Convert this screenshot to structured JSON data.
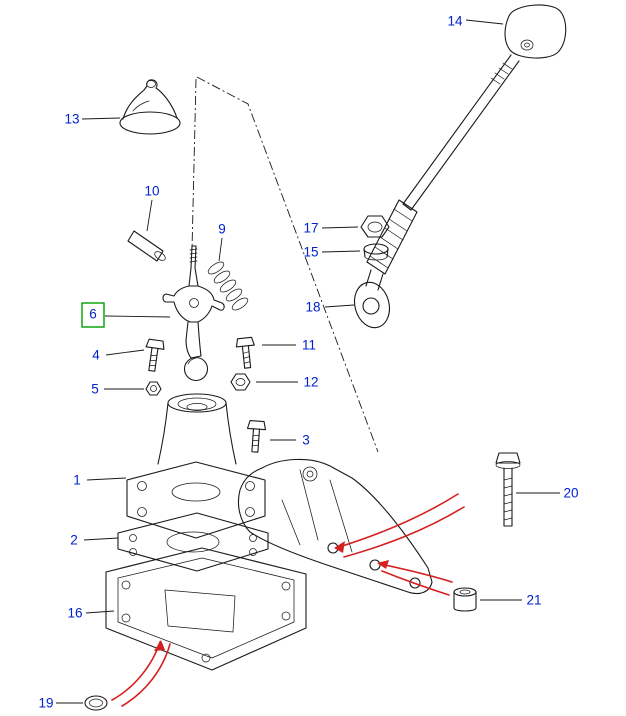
{
  "diagram": {
    "colors": {
      "background": "#ffffff",
      "label": "#0022cc",
      "line": "#1a1a1a",
      "highlight": "#00a000",
      "accent": "#d42020"
    },
    "highlighted_callout": "6",
    "callouts": {
      "c1": "1",
      "c2": "2",
      "c3": "3",
      "c4": "4",
      "c5": "5",
      "c6": "6",
      "c9": "9",
      "c10": "10",
      "c11": "11",
      "c12": "12",
      "c13": "13",
      "c14": "14",
      "c15": "15",
      "c16": "16",
      "c17": "17",
      "c18": "18",
      "c19": "19",
      "c20": "20",
      "c21": "21"
    }
  }
}
